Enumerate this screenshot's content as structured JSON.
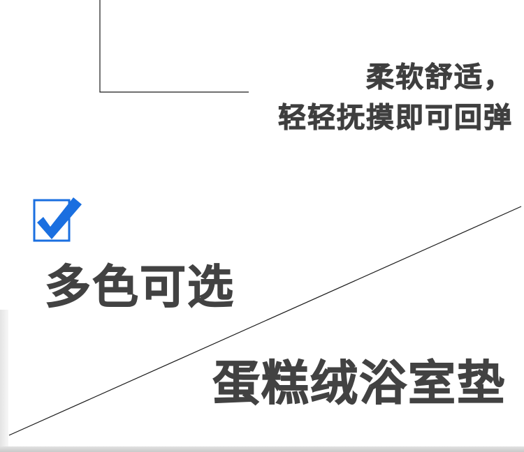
{
  "tagline": {
    "line1": "柔软舒适，",
    "line2": "轻轻抚摸即可回弹"
  },
  "feature": {
    "heading": "多色可选",
    "check_icon": "checkbox-checked-icon",
    "check_color": "#1a6fe0"
  },
  "product": {
    "name": "蛋糕绒浴室垫"
  },
  "colors": {
    "text": "#424242",
    "line": "#1a1a1a",
    "background": "#ffffff"
  }
}
